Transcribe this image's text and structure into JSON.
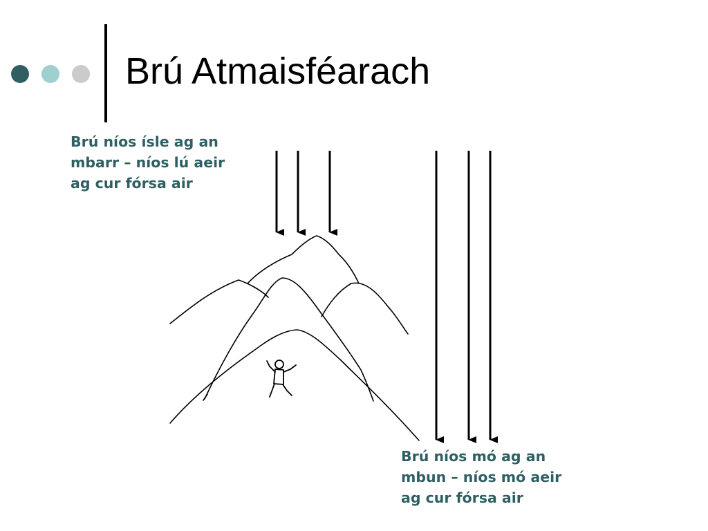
{
  "slide": {
    "title": "Brú Atmaisféarach",
    "callouts": {
      "top": [
        "Brú níos ísle ag an",
        "mbarr – níos lú aeir",
        "ag cur fórsa air"
      ],
      "bottom": [
        "Brú níos mó ag an",
        "mbun – níos mó aeir",
        "ag cur fórsa air"
      ]
    }
  },
  "colors": {
    "dot_dark": "#2f5f63",
    "dot_light": "#9fcfcf",
    "dot_grey": "#cbcbcb",
    "callout_text": "#2f5f63",
    "drawing": "#000000"
  },
  "diagram": {
    "icons": [
      "mountain-range",
      "climber-figure",
      "pressure-arrow"
    ]
  }
}
